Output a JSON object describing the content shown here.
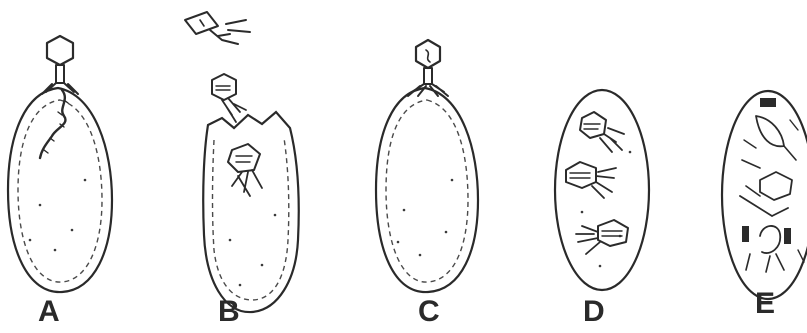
{
  "labels": {
    "a": "A",
    "b": "B",
    "c": "C",
    "d": "D",
    "e": "E"
  },
  "colors": {
    "ink": "#2b2b2b",
    "background": "#ffffff"
  }
}
